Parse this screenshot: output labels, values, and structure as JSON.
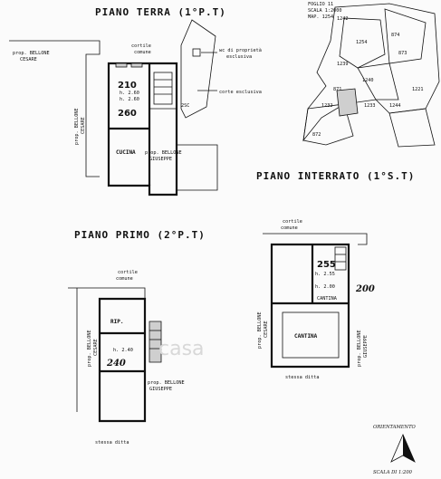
{
  "plans": {
    "ground": {
      "title": "PIANO TERRA (1°P.T)",
      "cortile_comune_1": "cortile",
      "cortile_comune_2": "comune",
      "prop_left_1": "prop. BELLONE",
      "prop_left_2": "CESARE",
      "prop_vertical_1": "prop. BELLONE",
      "prop_vertical_2": "CESARE",
      "unit_number": "210",
      "unit_height": "h. 2.60",
      "unit_height_2": "h. 2.60",
      "handwritten": "260",
      "cucina": "CUCINA",
      "prop_right_1": "prop. BELLONE",
      "prop_right_2": "GIUSEPPE",
      "wc_1": "wc di proprietà",
      "wc_2": "esclusiva",
      "corte": "corte esclusiva",
      "note": "2SC"
    },
    "basement": {
      "title": "PIANO INTERRATO (1°S.T)",
      "cortile_1": "cortile",
      "cortile_2": "comune",
      "unit_number": "255",
      "height_1": "h. 2.55",
      "height_2": "h. 2.00",
      "cantina_small": "CANTINA",
      "cantina_main": "CANTINA",
      "prop_left_1": "prop. BELLONE",
      "prop_left_2": "CESARE",
      "prop_right_1": "prop. BELLONE",
      "prop_right_2": "GIUSEPPE",
      "stessa_ditta": "stessa ditta",
      "handwritten": "200"
    },
    "first": {
      "title": "PIANO PRIMO (2°P.T)",
      "cortile_1": "cortile",
      "cortile_2": "comune",
      "prop_left_1": "prop. BELLONE",
      "prop_left_2": "CESARE",
      "rip": "RIP.",
      "height": "h. 2.40",
      "handwritten": "240",
      "prop_right_1": "prop. BELLONE",
      "prop_right_2": "GIUSEPPE",
      "stessa_ditta": "stessa ditta"
    }
  },
  "map": {
    "header_1": "FOGLIO 11",
    "header_2": "SCALA 1:2000",
    "header_3": "MAP. 1254",
    "parcels": [
      "1242",
      "1254",
      "1239",
      "1240",
      "874",
      "873",
      "871",
      "1232",
      "1221",
      "1233",
      "1244",
      "872"
    ]
  },
  "footer": {
    "orientamento": "ORIENTAMENTO",
    "scala": "SCALA DI 1:200"
  },
  "watermark": "casa"
}
